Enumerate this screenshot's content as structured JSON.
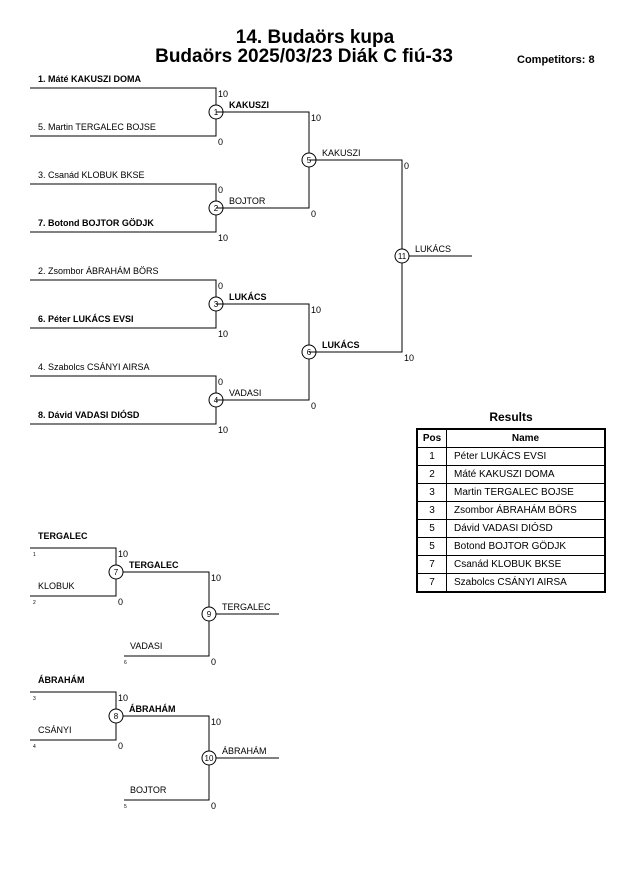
{
  "header": {
    "title_line1": "14. Budaörs kupa",
    "title_line2": "Budaörs 2025/03/23 Diák C fiú-33",
    "competitors": "Competitors: 8"
  },
  "main_bracket": {
    "entrants": [
      {
        "seed": "1",
        "label": "1. Máté KAKUSZI DOMA",
        "bold": true
      },
      {
        "seed": "5",
        "label": "5. Martin TERGALEC BOJSE",
        "bold": false
      },
      {
        "seed": "3",
        "label": "3. Csanád KLOBUK BKSE",
        "bold": false
      },
      {
        "seed": "7",
        "label": "7. Botond BOJTOR GÖDJK",
        "bold": true
      },
      {
        "seed": "2",
        "label": "2. Zsombor ÁBRAHÁM BÖRS",
        "bold": false
      },
      {
        "seed": "6",
        "label": "6. Péter LUKÁCS EVSI",
        "bold": true
      },
      {
        "seed": "4",
        "label": "4. Szabolcs CSÁNYI AIRSA",
        "bold": false
      },
      {
        "seed": "8",
        "label": "8. Dávid VADASI DIÓSD",
        "bold": true
      }
    ],
    "round1": [
      {
        "match": "1",
        "winner": "KAKUSZI",
        "winner_bold": true,
        "score_top": "10",
        "score_bottom": "0"
      },
      {
        "match": "2",
        "winner": "BOJTOR",
        "winner_bold": false,
        "score_top": "0",
        "score_bottom": "10"
      },
      {
        "match": "3",
        "winner": "LUKÁCS",
        "winner_bold": true,
        "score_top": "0",
        "score_bottom": "10"
      },
      {
        "match": "4",
        "winner": "VADASI",
        "winner_bold": false,
        "score_top": "0",
        "score_bottom": "10"
      }
    ],
    "round2": [
      {
        "match": "5",
        "winner": "KAKUSZI",
        "winner_bold": false,
        "score_top": "10",
        "score_bottom": "0"
      },
      {
        "match": "6",
        "winner": "LUKÁCS",
        "winner_bold": true,
        "score_top": "10",
        "score_bottom": "0"
      }
    ],
    "final": {
      "match": "11",
      "winner": "LUKÁCS",
      "winner_bold": false,
      "score_top": "0",
      "score_bottom": "10"
    }
  },
  "repechage": [
    {
      "top": {
        "name": "TERGALEC",
        "bold": true,
        "small": "1"
      },
      "bottom": {
        "name": "KLOBUK",
        "bold": false,
        "small": "2"
      },
      "first_match": {
        "match": "7",
        "winner": "TERGALEC",
        "winner_bold": true,
        "score_top": "10",
        "score_bottom": "0"
      },
      "opponent": {
        "name": "VADASI",
        "bold": false,
        "small": "6"
      },
      "second_match": {
        "match": "9",
        "winner": "TERGALEC",
        "winner_bold": false,
        "score_top": "10",
        "score_bottom": "0"
      }
    },
    {
      "top": {
        "name": "ÁBRAHÁM",
        "bold": true,
        "small": "3"
      },
      "bottom": {
        "name": "CSÁNYI",
        "bold": false,
        "small": "4"
      },
      "first_match": {
        "match": "8",
        "winner": "ÁBRAHÁM",
        "winner_bold": true,
        "score_top": "10",
        "score_bottom": "0"
      },
      "opponent": {
        "name": "BOJTOR",
        "bold": false,
        "small": "5"
      },
      "second_match": {
        "match": "10",
        "winner": "ÁBRAHÁM",
        "winner_bold": false,
        "score_top": "10",
        "score_bottom": "0"
      }
    }
  ],
  "results": {
    "title": "Results",
    "headers": [
      "Pos",
      "Name"
    ],
    "rows": [
      {
        "pos": "1",
        "name": "Péter LUKÁCS EVSI"
      },
      {
        "pos": "2",
        "name": "Máté KAKUSZI DOMA"
      },
      {
        "pos": "3",
        "name": "Martin TERGALEC BOJSE"
      },
      {
        "pos": "3",
        "name": "Zsombor ÁBRAHÁM BÖRS"
      },
      {
        "pos": "5",
        "name": "Dávid VADASI DIÓSD"
      },
      {
        "pos": "5",
        "name": "Botond BOJTOR GÖDJK"
      },
      {
        "pos": "7",
        "name": "Csanád KLOBUK BKSE"
      },
      {
        "pos": "7",
        "name": "Szabolcs CSÁNYI AIRSA"
      }
    ]
  }
}
